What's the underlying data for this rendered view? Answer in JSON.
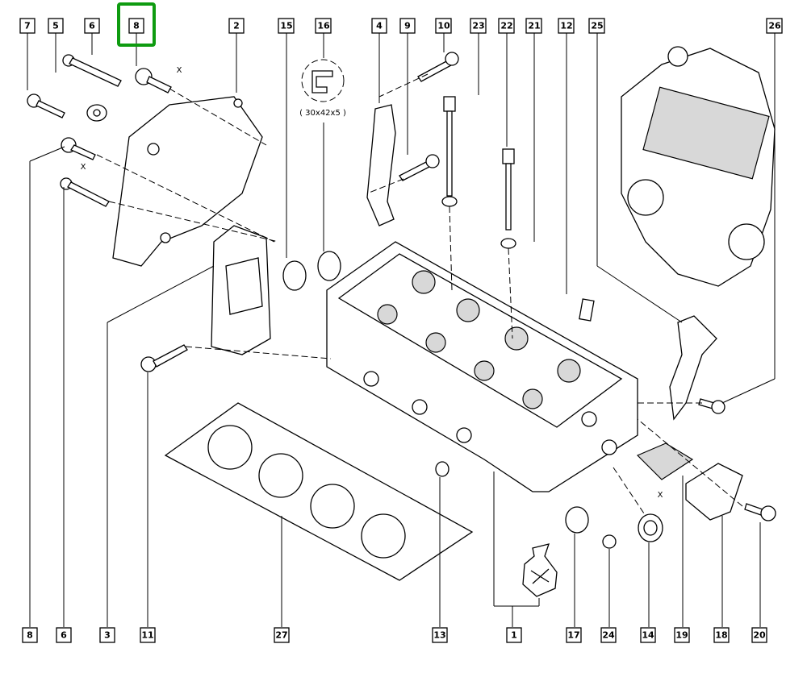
{
  "diagram": {
    "title": "Cylinder head exploded parts diagram",
    "highlight_color": "#0e9b10",
    "selected_callout": "8",
    "top_callouts": [
      "7",
      "5",
      "6",
      "8",
      "2",
      "15",
      "16",
      "4",
      "9",
      "10",
      "23",
      "22",
      "21",
      "12",
      "25",
      "26"
    ],
    "bottom_callouts": [
      "8",
      "6",
      "3",
      "11",
      "27",
      "13",
      "1",
      "17",
      "24",
      "14",
      "19",
      "18",
      "20"
    ],
    "annotations": {
      "seal_size": "( 30x42x5 )",
      "dimension_x": "X"
    },
    "icons": [
      "repair-kit-bag-icon",
      "oil-seal-detail-icon"
    ]
  }
}
